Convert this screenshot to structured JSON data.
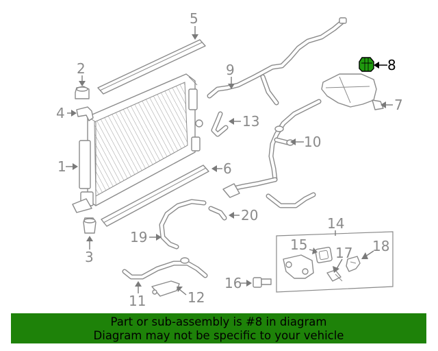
{
  "callouts": {
    "c1": "1",
    "c2": "2",
    "c3": "3",
    "c4": "4",
    "c5": "5",
    "c6": "6",
    "c7": "7",
    "c8": "8",
    "c9": "9",
    "c10": "10",
    "c11": "11",
    "c12": "12",
    "c13": "13",
    "c14": "14",
    "c15": "15",
    "c16": "16",
    "c17": "17",
    "c18": "18",
    "c19": "19",
    "c20": "20"
  },
  "banner": {
    "line1": "Part or sub-assembly is #8 in diagram",
    "line2": "Diagram may not be specific to your vehicle"
  },
  "colors": {
    "banner_bg": "#1e8209",
    "highlight_part": "#1f9a0e",
    "line_gray": "#8a8a8a"
  }
}
